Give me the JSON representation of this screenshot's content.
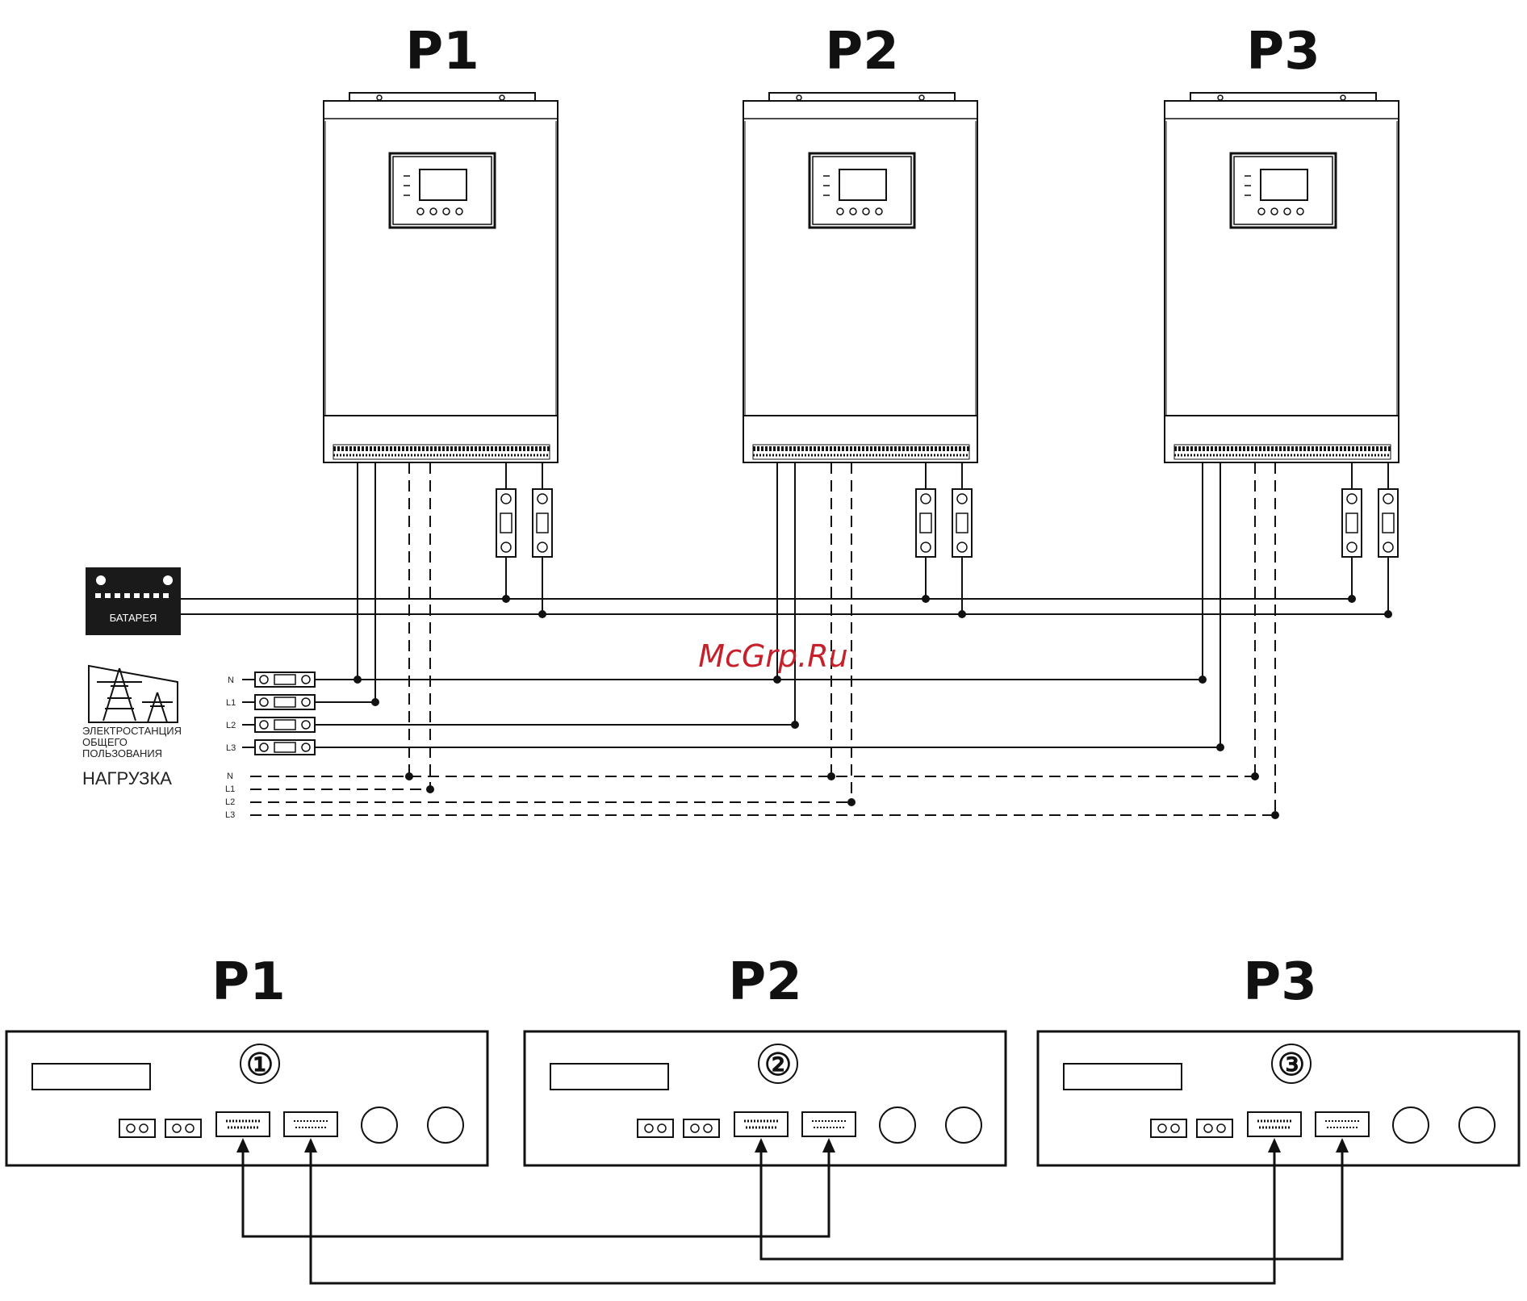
{
  "top_units": [
    {
      "label": "P1"
    },
    {
      "label": "P2"
    },
    {
      "label": "P3"
    }
  ],
  "battery": {
    "label": "БАТАРЕЯ"
  },
  "grid": {
    "label_lines": [
      "ЭЛЕКТРОСТАНЦИЯ",
      "ОБЩЕГО",
      "ПОЛЬЗОВАНИЯ"
    ]
  },
  "load": {
    "label": "НАГРУЗКА"
  },
  "grid_lines": [
    "N",
    "L1",
    "L2",
    "L3"
  ],
  "load_lines": [
    "N",
    "L1",
    "L2",
    "L3"
  ],
  "watermark": "McGrp.Ru",
  "bottom_units": [
    {
      "label": "P1",
      "port_number": "①"
    },
    {
      "label": "P2",
      "port_number": "②"
    },
    {
      "label": "P3",
      "port_number": "③"
    }
  ],
  "colors": {
    "line": "#111111",
    "battery_fill": "#1a1a1a",
    "watermark": "#c8202a"
  }
}
